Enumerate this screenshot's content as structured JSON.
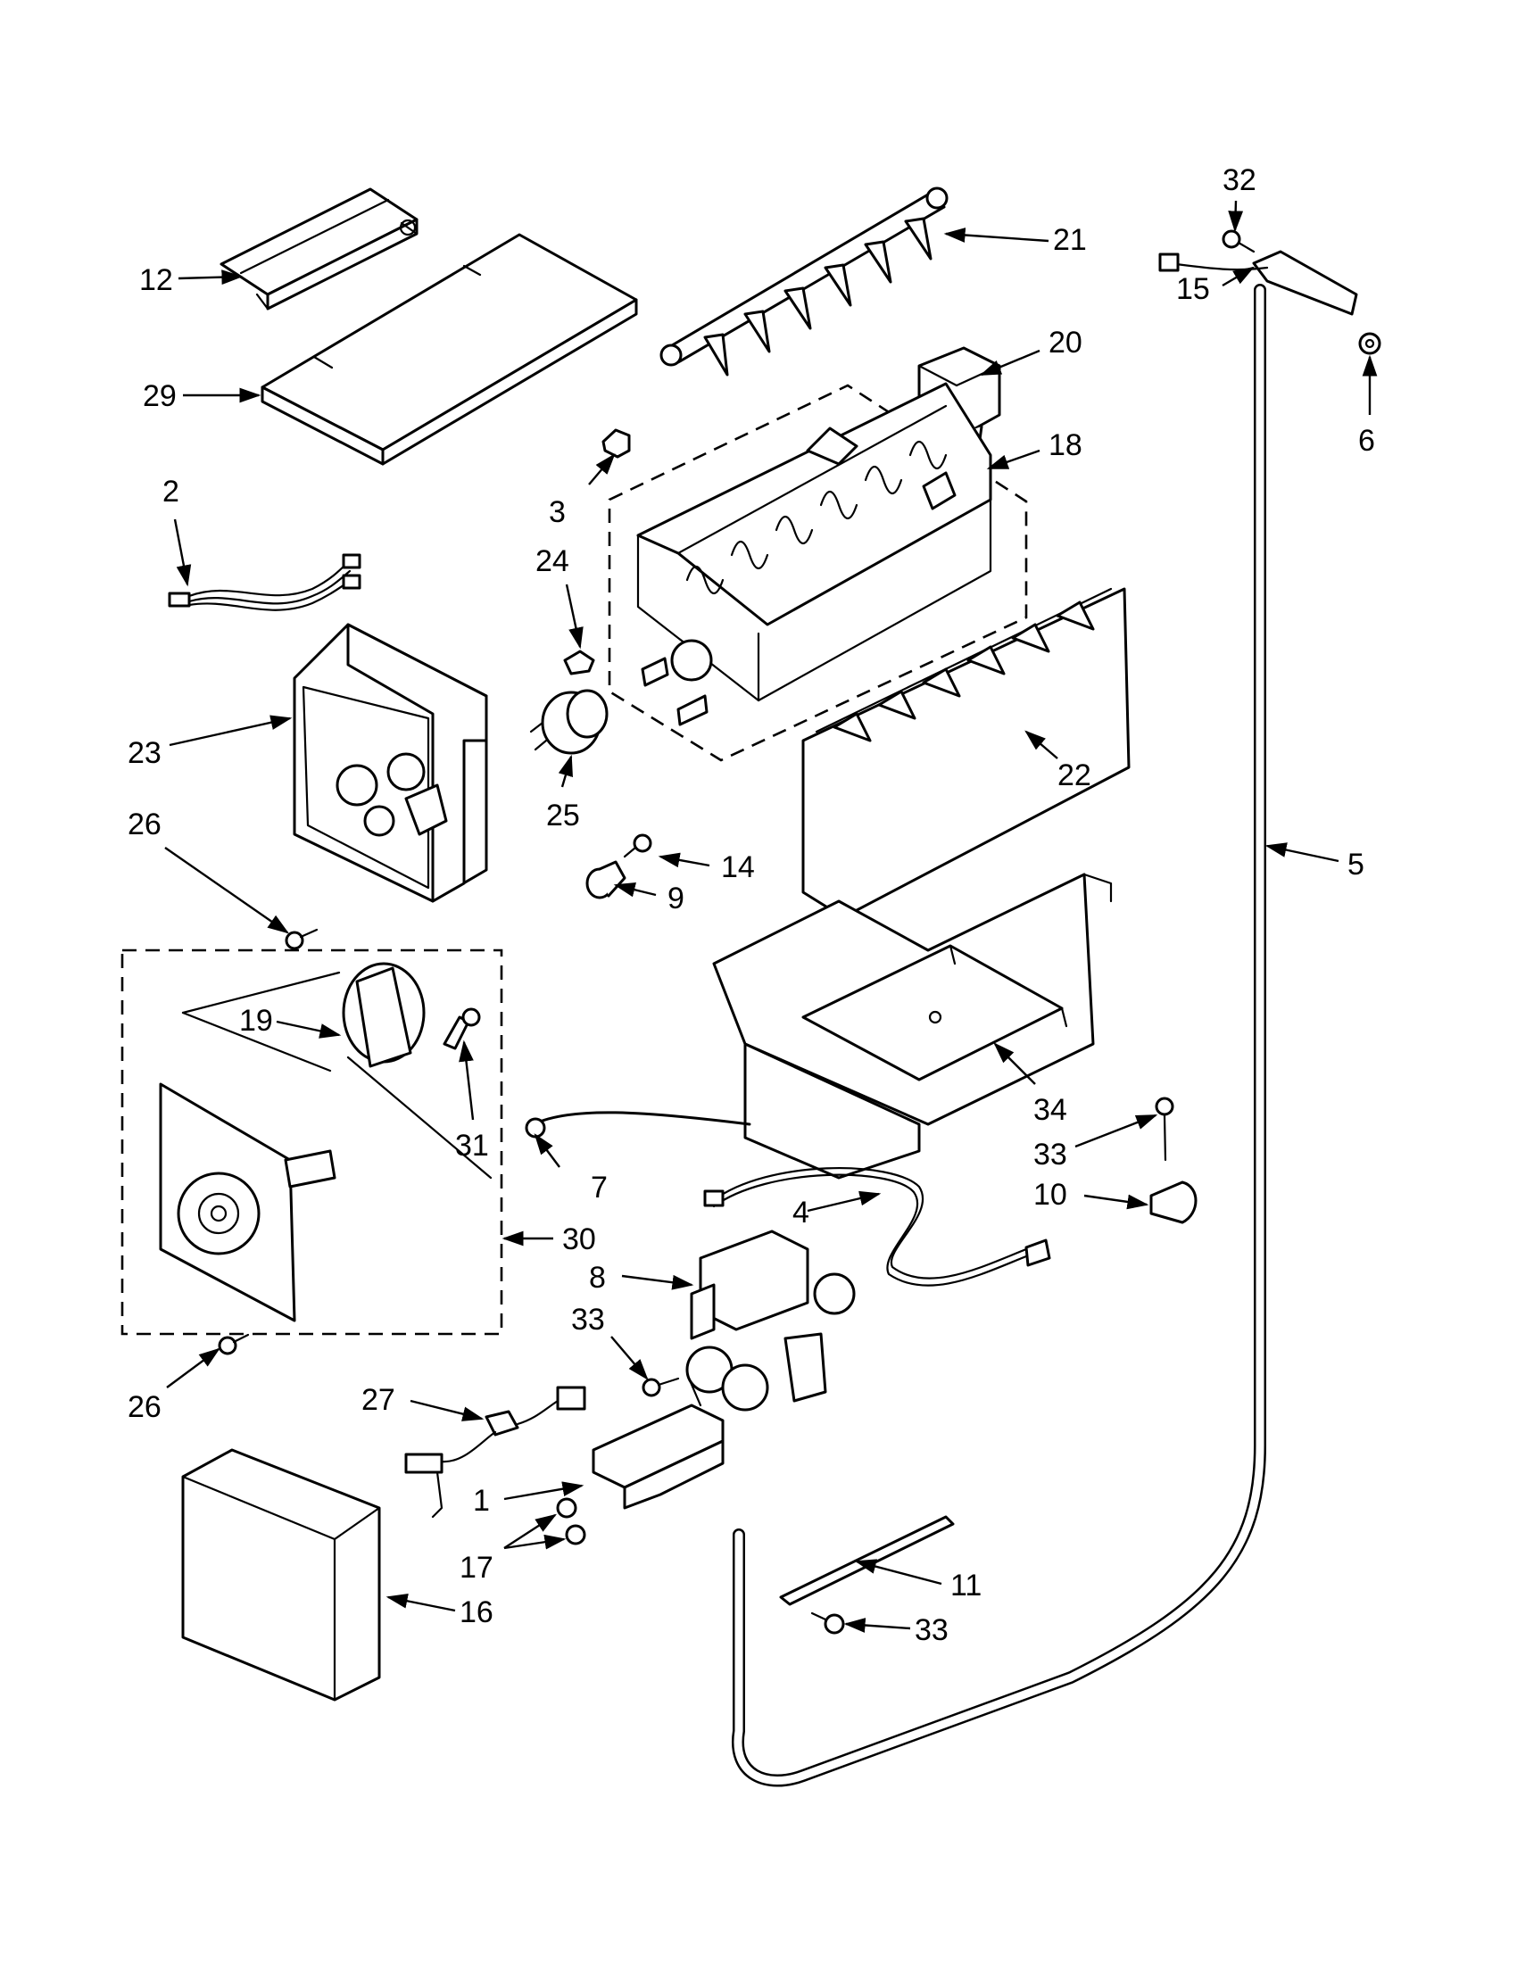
{
  "callouts": {
    "c1": "1",
    "c2": "2",
    "c3": "3",
    "c4": "4",
    "c5": "5",
    "c6": "6",
    "c7": "7",
    "c8": "8",
    "c9": "9",
    "c10": "10",
    "c11": "11",
    "c12": "12",
    "c14": "14",
    "c15": "15",
    "c16": "16",
    "c17": "17",
    "c18": "18",
    "c19": "19",
    "c20": "20",
    "c21": "21",
    "c22": "22",
    "c23": "23",
    "c24": "24",
    "c25": "25",
    "c26a": "26",
    "c26b": "26",
    "c27": "27",
    "c29": "29",
    "c30": "30",
    "c31": "31",
    "c32": "32",
    "c33a": "33",
    "c33b": "33",
    "c33c": "33",
    "c34": "34"
  }
}
